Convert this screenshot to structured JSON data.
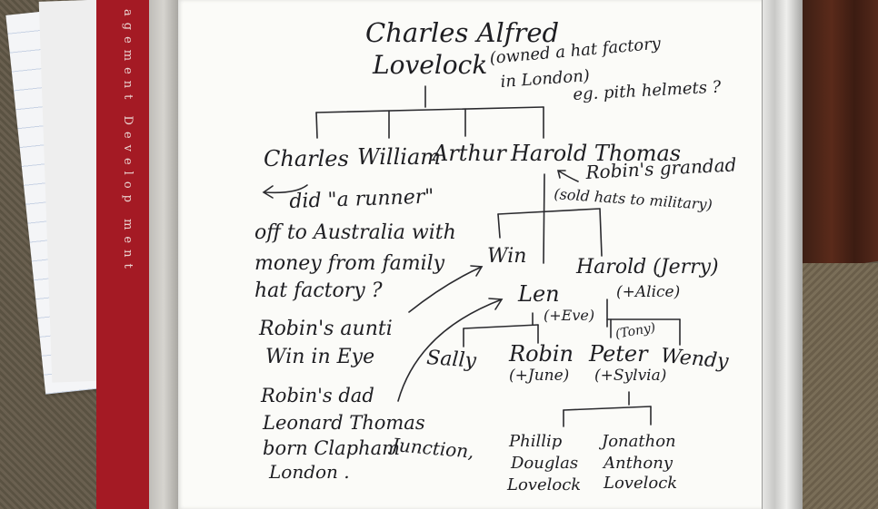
{
  "binder": {
    "spine_text": "agement  Develop ment"
  },
  "top": {
    "name1": "Charles Alfred",
    "name2": "Lovelock",
    "note1": "(owned a hat factory",
    "note2": "in London)",
    "note3": "eg. pith helmets ?"
  },
  "sons": {
    "charles": "Charles",
    "william": "William",
    "arthur": "Arthur",
    "harold": "Harold Thomas"
  },
  "grandad": {
    "line1": "Robin's grandad",
    "line2": "(sold hats to military)"
  },
  "runner": {
    "line1": "did \"a runner\"",
    "line2": "off to Australia with",
    "line3": "money from family",
    "line4": "hat factory ?"
  },
  "gen3": {
    "win": "Win",
    "harold_jerry": "Harold (Jerry)",
    "alice": "(+Alice)",
    "len": "Len",
    "eve": "(+Eve)"
  },
  "aunt": {
    "line1": "Robin's aunti",
    "line2": "Win in Eye"
  },
  "dad": {
    "line1": "Robin's dad",
    "line2": "Leonard Thomas",
    "line3": "born Clapham",
    "line4": "London .",
    "junction": "Junction,"
  },
  "gen4": {
    "sally": "Sally",
    "robin": "Robin",
    "june": "(+June)",
    "peter": "Peter",
    "tony": "(Tony)",
    "sylvia": "(+Sylvia)",
    "wendy": "Wendy"
  },
  "gen5": {
    "p1": "Phillip",
    "p2": "Douglas",
    "p3": "Lovelock",
    "j1": "Jonathon",
    "j2": "Anthony",
    "j3": "Lovelock"
  }
}
